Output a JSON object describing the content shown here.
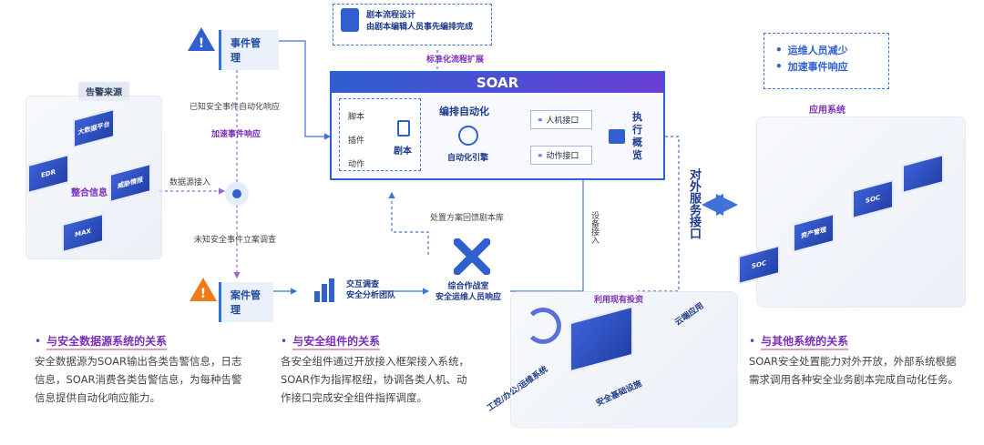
{
  "top_note": {
    "line1": "剧本流程设计",
    "line2": "由剧本编辑人员事先编排完成",
    "caption": "标准化流程扩展"
  },
  "right_note": {
    "items": [
      "运维人员减少",
      "加速事件响应"
    ]
  },
  "source_tag": "告警来源",
  "source_devices": [
    "大数据平台",
    "EDR",
    "威胁情报",
    "MAX"
  ],
  "integrate_label": "整合信息",
  "datasource_label": "数据源接入",
  "event_mgmt": "事件管理",
  "case_mgmt": "案件管理",
  "known_event": "已知安全事件自动化响应",
  "speedup": "加速事件响应",
  "unknown_event": "未知安全事件立案调查",
  "soar": {
    "title": "SOAR",
    "components": [
      "脚本",
      "插件",
      "动作"
    ],
    "playbook": "剧本",
    "orchestration": "编排自动化",
    "engine": "自动化引擎",
    "human_iface": "人机接口",
    "action_iface": "动作接口",
    "exec_overview": "执行概览"
  },
  "feedback_label": "处置方案回馈剧本库",
  "device_access": "设备接入",
  "ext_service": "对外服务接口",
  "investigate": {
    "line1": "交互调查",
    "line2": "安全分析团队"
  },
  "warroom": {
    "line1": "综合作战室",
    "line2": "安全运维人员响应"
  },
  "existing_invest": "利用现有投资",
  "cloud_app": "云端应用",
  "industrial": "工控/办公/运维系统",
  "security_infra": "安全基础设施",
  "app_system": "应用系统",
  "right_devices": [
    "SOC",
    "资产管理",
    "SOC"
  ],
  "sections": [
    {
      "title": "与安全数据源系统的关系",
      "body": "安全数据源为SOAR输出各类告警信息，日志信息，SOAR消费各类告警信息，为每种告警信息提供自动化响应能力。"
    },
    {
      "title": "与安全组件的关系",
      "body": "各安全组件通过开放接入框架接入系统，SOAR作为指挥枢纽，协调各类人机、动作接口完成安全组件指挥调度。"
    },
    {
      "title": "与其他系统的关系",
      "body": "SOAR安全处置能力对外开放，外部系统根据需求调用各种安全业务剧本完成自动化任务。"
    }
  ],
  "colors": {
    "primary": "#2f5fd0",
    "accent": "#7a2db8",
    "warning": "#f07a1a"
  }
}
